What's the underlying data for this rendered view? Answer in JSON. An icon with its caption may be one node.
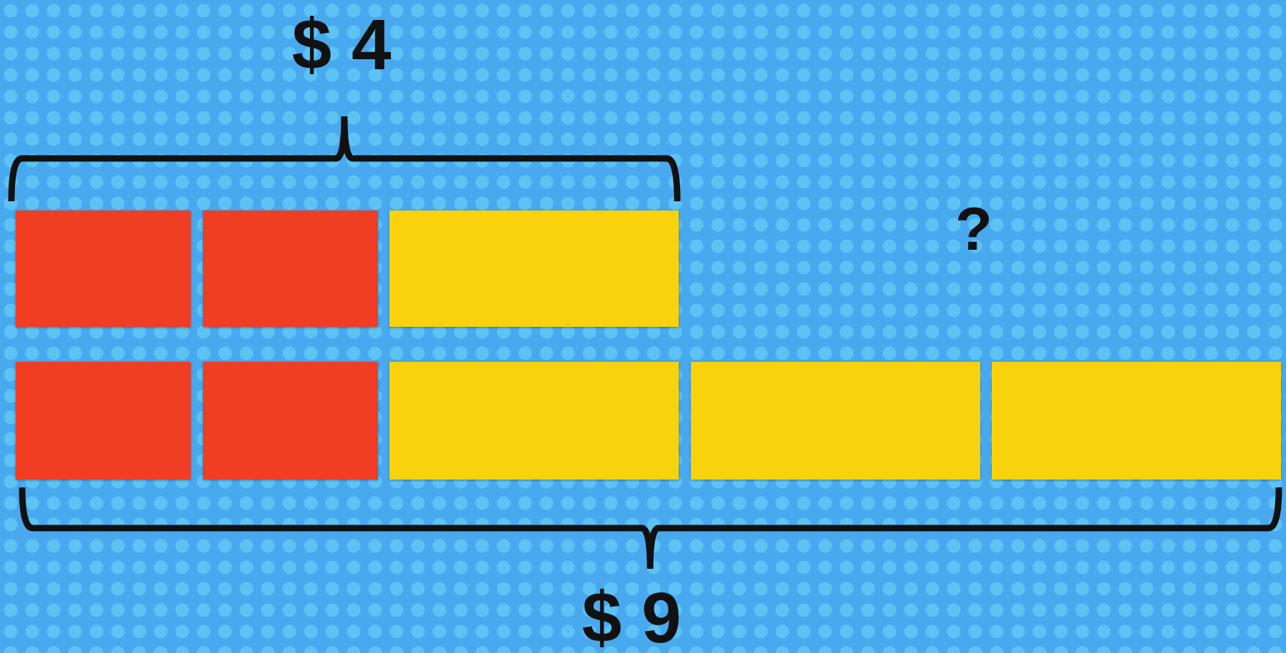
{
  "diagram": {
    "nodes": [
      {
        "text": [],
        "shape": "box"
      },
      {
        "text": [],
        "shape": "box"
      },
      {
        "text": [],
        "shape": "box"
      },
      {
        "text": [],
        "shape": "box"
      },
      {
        "text": [],
        "shape": "box"
      },
      {
        "text": [],
        "shape": "box"
      },
      {
        "text": [],
        "shape": "box"
      },
      {
        "text": [],
        "shape": "box"
      }
    ],
    "labels": [
      "$ 4",
      "?",
      "$ 9"
    ]
  }
}
